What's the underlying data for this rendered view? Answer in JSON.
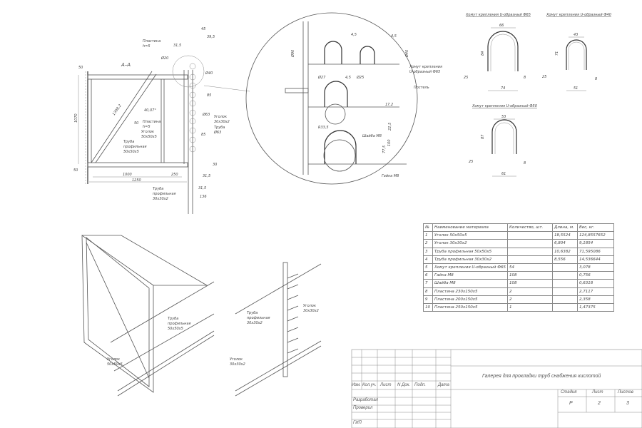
{
  "section_aa": {
    "title": "А–А",
    "dims": {
      "d45": "45",
      "d39_5": "39,5",
      "d31_5a": "31,5",
      "d20": "Ø20",
      "d40": "Ø40",
      "d85a": "85",
      "d63a": "Ø63",
      "d63b": "Ø63",
      "d85b": "85",
      "d50top": "50",
      "d1070": "1070",
      "d1398": "1398,2",
      "angle": "40,07°",
      "d50mid": "50",
      "d50bot": "50",
      "d1000": "1000",
      "d250": "250",
      "d1250": "1250",
      "d31_5b": "31,5",
      "d31_5c": "31,5",
      "d136": "136",
      "d30": "30"
    },
    "labels": {
      "plate1": "Пластина",
      "plate1h": "h=5",
      "plate2": "Пластина",
      "plate2h": "h=5",
      "angle1": "Уголок",
      "angle1s": "50x50x5",
      "tube1": "Труба",
      "tube1b": "профильная",
      "tube1s": "50x50x5",
      "tube2": "Труба",
      "tube2b": "профильная",
      "tube2s": "30x30x2",
      "angle2": "Уголок",
      "angle2s": "30x30x2",
      "tube3": "Труба",
      "tube3s": "Ø63"
    }
  },
  "detail": {
    "dims": [
      "4,5",
      "4,5",
      "Ø90",
      "Ø40",
      "Ø27",
      "4,5",
      "Ø25",
      "17,2",
      "22,5",
      "77,5",
      "100",
      "R33,5"
    ],
    "labels": {
      "clamp": "Хомут крепления",
      "clamp2": "U-образный Ф65",
      "bed": "Постель",
      "washer": "Шайба М8",
      "nut": "Гайка М8"
    }
  },
  "clamps": [
    {
      "title": "Хомут крепления U-образный Ф65",
      "w": "66",
      "h": "84",
      "t": "25",
      "b": "8",
      "base": "74"
    },
    {
      "title": "Хомут крепления U-образный Ф40",
      "w": "43",
      "h": "71",
      "t": "25",
      "b": "8",
      "base": "51"
    },
    {
      "title": "Хомут крепления U-образный Ф50",
      "w": "53",
      "h": "87",
      "t": "25",
      "b": "8",
      "base": "61"
    }
  ],
  "iso": {
    "left": {
      "tube": "Труба",
      "tube2": "профильная",
      "tube3": "50x50x5",
      "angle": "Уголок",
      "angle2": "50x50x5"
    },
    "right": {
      "angle1": "Уголок",
      "angle1s": "30x30x2",
      "tube": "Труба",
      "tube2": "профильная",
      "tube3": "30x30x2",
      "angle2": "Уголок",
      "angle2s": "30x30x2"
    }
  },
  "spec_table": {
    "headers": [
      "№",
      "Наименование материала",
      "Количество, шт.",
      "Длина, м.",
      "Вес, кг."
    ],
    "rows": [
      [
        "1",
        "Уголок 50х50х5",
        "",
        "18,5524",
        "124,8557652"
      ],
      [
        "2",
        "Уголок 30х30х2",
        "",
        "6,804",
        "9,1854"
      ],
      [
        "3",
        "Труба профильная 50х50х5",
        "",
        "10,6382",
        "71,595086"
      ],
      [
        "4",
        "Труба профильная 30х30х2",
        "",
        "8,556",
        "14,536644"
      ],
      [
        "5",
        "Хомут крепления U-образный Ф65",
        "54",
        "",
        "3,078"
      ],
      [
        "6",
        "Гайка М8",
        "108",
        "",
        "0,756"
      ],
      [
        "7",
        "Шайба М8",
        "108",
        "",
        "0,6318"
      ],
      [
        "8",
        "Пластина 230х150х5",
        "2",
        "",
        "2,7117"
      ],
      [
        "9",
        "Пластина 200х150х5",
        "2",
        "",
        "2,358"
      ],
      [
        "10",
        "Пластина 250х150х5",
        "1",
        "",
        "1,47375"
      ]
    ]
  },
  "title_block": {
    "cols": [
      "Изм.",
      "Кол.уч.",
      "Лист",
      "N Док.",
      "Подп.",
      "Дата"
    ],
    "developed": "Разработал",
    "checked": "Проверил",
    "gip": "ГИП",
    "title": "Галерея для прокладки труб снабжения кислотой",
    "stage_label": "Стадия",
    "sheet_label": "Лист",
    "sheets_label": "Листов",
    "stage": "Р",
    "sheet": "2",
    "sheets": "3"
  }
}
